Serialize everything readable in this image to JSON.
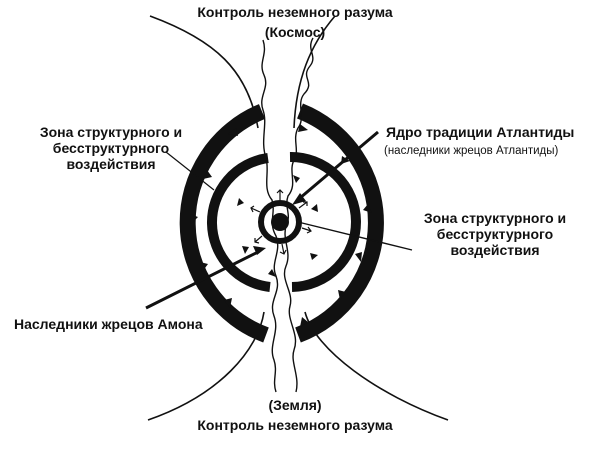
{
  "labels": {
    "top_control": "Контроль неземного разума",
    "top_cosmos": "(Космос)",
    "left_zone": [
      "Зона структурного и",
      "бесструктурного",
      "воздействия"
    ],
    "right_core_title": "Ядро традиции Атлантиды",
    "right_core_sub": "(наследники жрецов Атлантиды)",
    "right_zone": [
      "Зона структурного и",
      "бесструктурного",
      "воздействия"
    ],
    "left_heirs": "Наследники жрецов Амона",
    "bottom_earth": "(Земля)",
    "bottom_control": "Контроль неземного разума"
  },
  "colors": {
    "ink": "#111111",
    "background": "#ffffff"
  }
}
